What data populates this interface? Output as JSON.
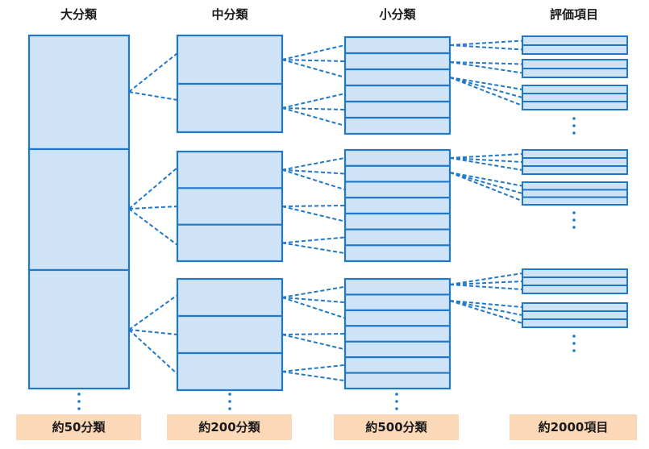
{
  "headers": {
    "large": "大分類",
    "medium": "中分類",
    "small": "小分類",
    "items": "評価項目"
  },
  "counts": {
    "large": "約50分類",
    "medium": "約200分類",
    "small": "約500分類",
    "items": "約2000項目"
  },
  "colors": {
    "fill": "#cfe3f7",
    "border": "#1f78c8",
    "count_bg": "#fbd8b8",
    "text": "#1a1a1a"
  }
}
